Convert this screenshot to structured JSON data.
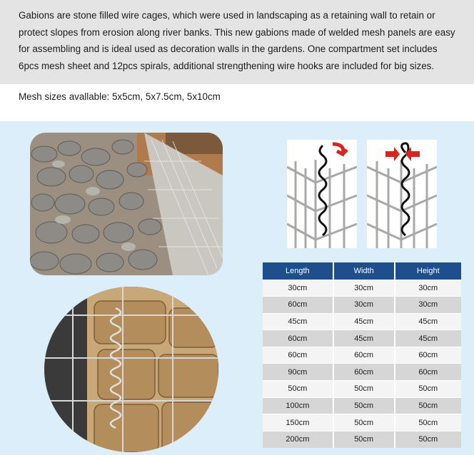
{
  "intro": {
    "text": "Gabions are stone filled wire cages, which were used in landscaping as a retaining wall to retain or protect slopes from erosion along river banks. This new gabions made of welded mesh panels are easy for assembling and is ideal used as decoration walls in the gardens. One compartment set includes 6pcs mesh sheet and 12pcs spirals, additional strengthening wire hooks are included for big sizes."
  },
  "mesh_sizes": "Mesh sizes avallable: 5x5cm, 5x7.5cm, 5x10cm",
  "size_table": {
    "headers": [
      "Length",
      "Width",
      "Height"
    ],
    "rows": [
      [
        "30cm",
        "30cm",
        "30cm"
      ],
      [
        "60cm",
        "30cm",
        "30cm"
      ],
      [
        "45cm",
        "45cm",
        "45cm"
      ],
      [
        "60cm",
        "45cm",
        "45cm"
      ],
      [
        "60cm",
        "60cm",
        "60cm"
      ],
      [
        "90cm",
        "60cm",
        "60cm"
      ],
      [
        "50cm",
        "50cm",
        "50cm"
      ],
      [
        "100cm",
        "50cm",
        "50cm"
      ],
      [
        "150cm",
        "50cm",
        "50cm"
      ],
      [
        "200cm",
        "50cm",
        "50cm"
      ]
    ]
  },
  "colors": {
    "header_background": "#e4e4e4",
    "panel_background": "#dceef9",
    "table_header": "#1f4e8c",
    "row_light": "#f4f4f4",
    "row_dark": "#d6d6d6",
    "arrow_red": "#d8261f"
  }
}
